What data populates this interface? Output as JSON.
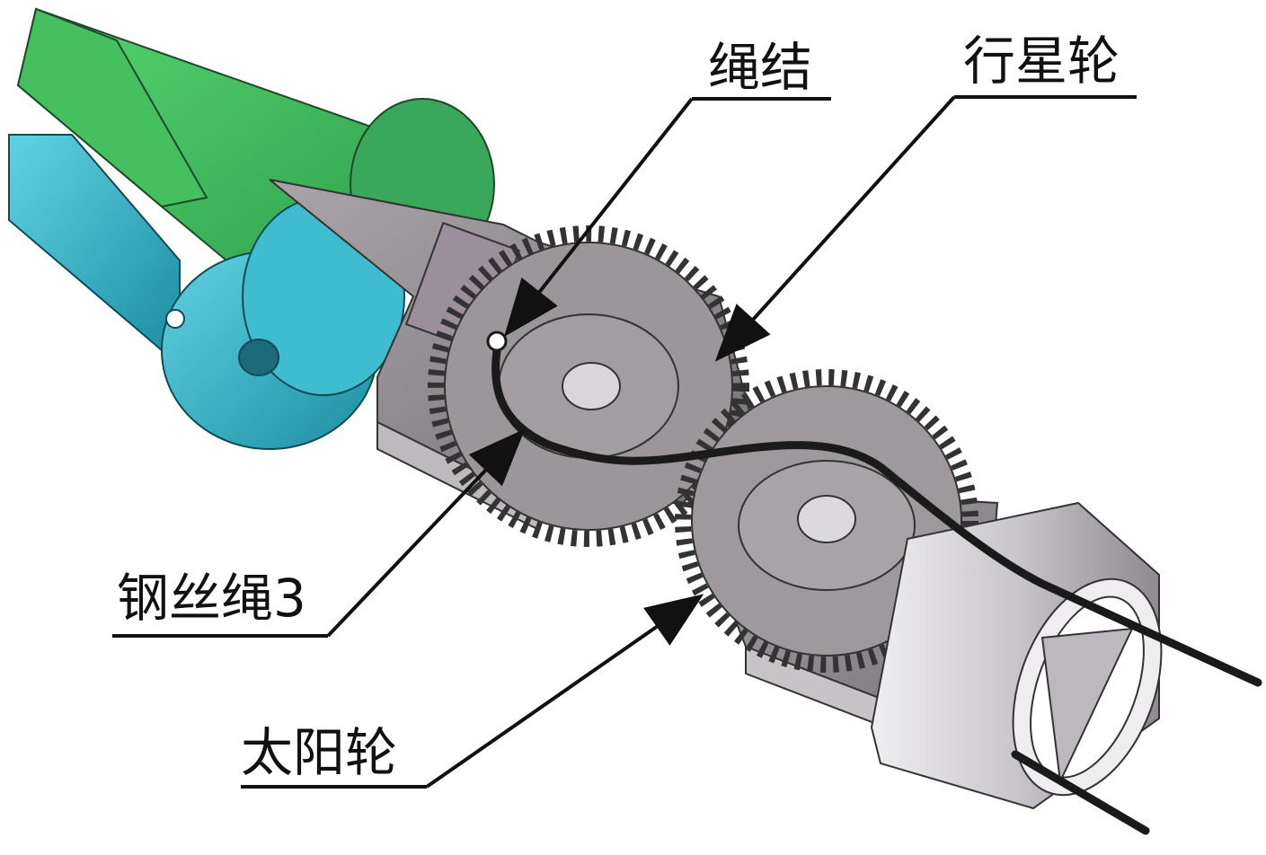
{
  "labels": {
    "rope_knot": "绳结",
    "planet_gear": "行星轮",
    "steel_wire": "钢丝绳3",
    "sun_gear": "太阳轮"
  },
  "colors": {
    "green_part": "#3fbf62",
    "cyan_part": "#2fb3c9",
    "gray_metal": "#8f8a8d",
    "light_metal": "#d6d3d6",
    "wire": "#1a1a1a"
  }
}
